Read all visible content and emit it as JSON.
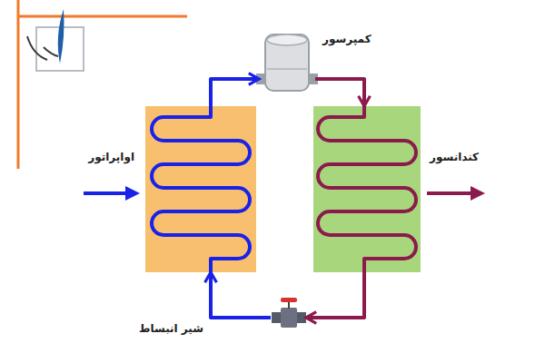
{
  "diagram": {
    "nodes": [
      {
        "text": [
          "کمپرسور"
        ]
      },
      {
        "text": [
          "اواپراتور"
        ]
      },
      {
        "text": [
          "کندانسور"
        ]
      },
      {
        "text": [
          "شیر انبساط"
        ]
      }
    ],
    "edges": [
      {
        "from": 1,
        "to": 0,
        "arrow": "to"
      },
      {
        "from": 0,
        "to": 2,
        "arrow": "to"
      },
      {
        "from": 2,
        "to": 3,
        "arrow": "to"
      },
      {
        "from": 3,
        "to": 1,
        "arrow": "to"
      }
    ]
  }
}
